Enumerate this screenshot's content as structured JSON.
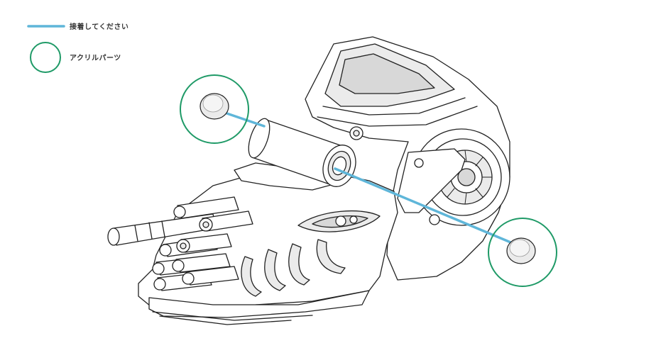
{
  "legend": {
    "glue_label": "接着してください",
    "acrylic_label": "アクリルパーツ"
  },
  "colors": {
    "glue_line": "#5fb6d9",
    "acrylic_circle": "#1f9a67",
    "outline": "#222222",
    "part_fill": "#ebebeb",
    "part_shade": "#d8d8d8"
  },
  "icons": [
    "glue-line-swatch",
    "acrylic-circle-swatch"
  ]
}
